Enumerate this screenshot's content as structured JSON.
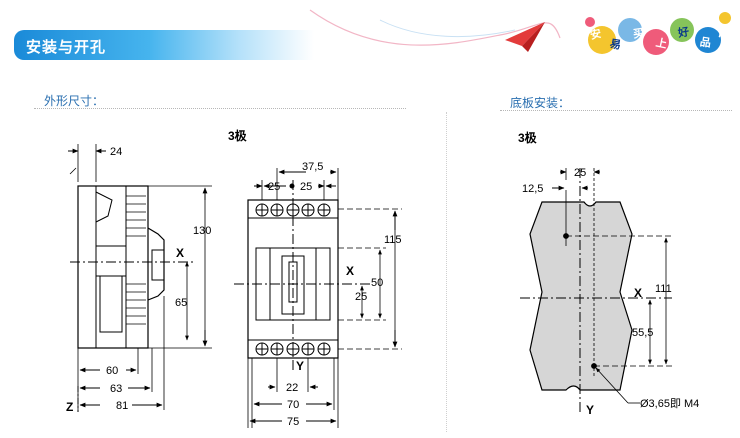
{
  "header": {
    "title": "安装与开孔",
    "brand_chars": [
      "安",
      "易",
      "买",
      "上",
      "好",
      "品",
      "质"
    ]
  },
  "sections": {
    "dimensions_label": "外形尺寸：",
    "mounting_label": "底板安装："
  },
  "drawing_front": {
    "title": "3极",
    "dim_24": "24",
    "dim_130": "130",
    "dim_65": "65",
    "dim_60": "60",
    "dim_63": "63",
    "dim_81": "81",
    "axis_x": "X",
    "axis_z": "Z"
  },
  "drawing_top": {
    "dim_37_5": "37,5",
    "dim_25_left": "25",
    "dim_25_right": "25",
    "dim_115": "115",
    "dim_50": "50",
    "dim_25_side": "25",
    "dim_22": "22",
    "dim_70": "70",
    "dim_75": "75",
    "axis_x": "X",
    "axis_y": "Y"
  },
  "drawing_plate": {
    "title": "3极",
    "dim_25": "25",
    "dim_12_5": "12,5",
    "dim_111": "111",
    "dim_55_5": "55,5",
    "hole_note": "Ø3,65即 M4",
    "axis_x": "X",
    "axis_y": "Y"
  },
  "colors": {
    "header_blue": "#1a8ad8",
    "plate_fill": "#d6d6d6"
  }
}
